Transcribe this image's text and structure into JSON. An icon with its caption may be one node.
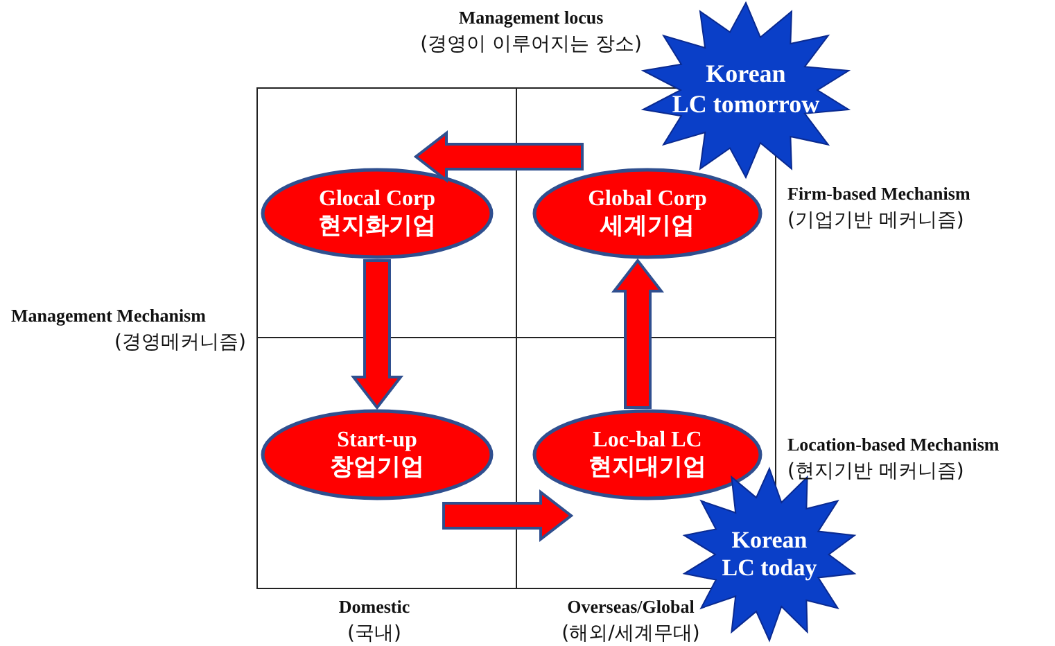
{
  "diagram": {
    "nodes": [
      {
        "text": [
          "Korean",
          "LC tomorrow"
        ]
      },
      {
        "text": [
          "Glocal Corp",
          "현지화기업"
        ]
      },
      {
        "text": [
          "Global Corp",
          "세계기업"
        ]
      },
      {
        "text": [
          "Start-up",
          "창업기업"
        ]
      },
      {
        "text": [
          "Loc-bal LC",
          "현지대기업"
        ]
      },
      {
        "text": [
          "Korean",
          "LC today"
        ]
      }
    ],
    "edges": [
      {
        "from": 2,
        "to": 1,
        "arrow": "to",
        "style": "thick"
      },
      {
        "from": 1,
        "to": 3,
        "arrow": "to",
        "style": "thick"
      },
      {
        "from": 3,
        "to": 4,
        "arrow": "to",
        "style": "thick"
      },
      {
        "from": 4,
        "to": 2,
        "arrow": "to",
        "style": "thick"
      }
    ],
    "labels": [
      "Management locus",
      "(경영이 이루어지는 장소)",
      "Firm-based Mechanism",
      "(기업기반 메커니즘)",
      "Management Mechanism",
      "(경영메커니즘)",
      "Location-based Mechanism",
      "(현지기반 메커니즘)",
      "Domestic",
      "(국내)",
      "Overseas/Global",
      "(해외/세계무대)"
    ]
  }
}
